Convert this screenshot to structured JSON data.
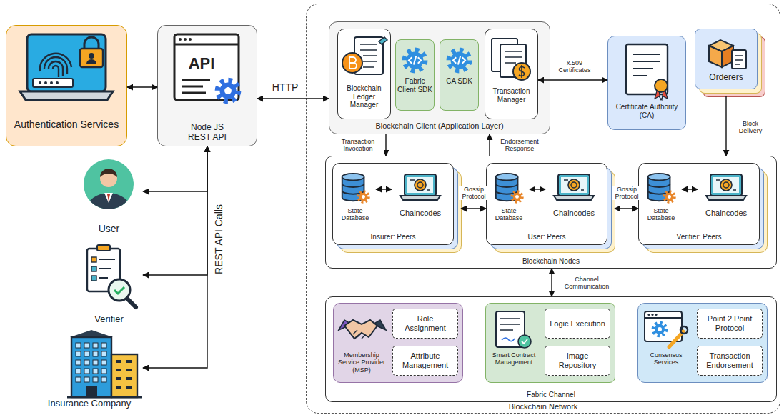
{
  "diagram": {
    "nodes": [
      {
        "text": [
          "Authentication Services"
        ]
      },
      {
        "text": [
          "Node JS REST API"
        ]
      },
      {
        "text": [
          "User"
        ]
      },
      {
        "text": [
          "Verifier"
        ]
      },
      {
        "text": [
          "Insurance Company"
        ]
      },
      {
        "text": [
          "Blockchain Network"
        ]
      },
      {
        "text": [
          "Blockchain Client (Application Layer)"
        ],
        "in": 5
      },
      {
        "text": [
          "Blockchain Ledger Manager"
        ],
        "in": 6
      },
      {
        "text": [
          "Fabric Client SDK"
        ],
        "in": 6
      },
      {
        "text": [
          "CA SDK"
        ],
        "in": 6
      },
      {
        "text": [
          "Transaction Manager"
        ],
        "in": 6
      },
      {
        "text": [
          "Certificate Authority (CA)"
        ],
        "in": 5
      },
      {
        "text": [
          "Orderers"
        ],
        "in": 5
      },
      {
        "text": [
          "Blockchain Nodes"
        ],
        "in": 5
      },
      {
        "text": [
          "Insurer: Peers"
        ],
        "in": 13
      },
      {
        "text": [
          "State Database"
        ],
        "in": 14
      },
      {
        "text": [
          "Chaincodes"
        ],
        "in": 14
      },
      {
        "text": [
          "User: Peers"
        ],
        "in": 13
      },
      {
        "text": [
          "State Database"
        ],
        "in": 17
      },
      {
        "text": [
          "Chaincodes"
        ],
        "in": 17
      },
      {
        "text": [
          "Verifier: Peers"
        ],
        "in": 13
      },
      {
        "text": [
          "State Database"
        ],
        "in": 20
      },
      {
        "text": [
          "Chaincodes"
        ],
        "in": 20
      },
      {
        "text": [
          "Fabric Channel"
        ],
        "in": 5
      },
      {
        "text": [
          "Membership Service Provider (MSP)"
        ],
        "in": 23
      },
      {
        "text": [
          "Role Assignment"
        ],
        "in": 24
      },
      {
        "text": [
          "Attribute Management"
        ],
        "in": 24
      },
      {
        "text": [
          "Smart Contract Management"
        ],
        "in": 23
      },
      {
        "text": [
          "Logic Execution"
        ],
        "in": 27
      },
      {
        "text": [
          "Image Repository"
        ],
        "in": 27
      },
      {
        "text": [
          "Consensus Services"
        ],
        "in": 23
      },
      {
        "text": [
          "Point 2 Point Protocol"
        ],
        "in": 30
      },
      {
        "text": [
          "Transaction Endorsement"
        ],
        "in": 30
      }
    ],
    "edges": [
      {
        "from": 0,
        "to": 1,
        "arrow": "both"
      },
      {
        "from": 1,
        "to": 6,
        "label": "HTTP",
        "arrow": "both"
      },
      {
        "from": 1,
        "to": 2,
        "arrow": "both"
      },
      {
        "from": 1,
        "to": 3,
        "arrow": "both"
      },
      {
        "from": 1,
        "to": 4,
        "arrow": "both"
      },
      {
        "from": 10,
        "to": 11,
        "label": "x.509 Certificates",
        "arrow": "both"
      },
      {
        "from": 6,
        "to": 13,
        "label": "Transaction Invocation",
        "arrow": "to"
      },
      {
        "from": 13,
        "to": 6,
        "label": "Endorsement Response",
        "arrow": "to"
      },
      {
        "from": 12,
        "to": 13,
        "label": "Block Delivery",
        "arrow": "to"
      },
      {
        "from": 15,
        "to": 16,
        "arrow": "both"
      },
      {
        "from": 18,
        "to": 19,
        "arrow": "both"
      },
      {
        "from": 21,
        "to": 22,
        "arrow": "both"
      },
      {
        "from": 14,
        "to": 17,
        "label": "Gossip Protocol",
        "arrow": "both"
      },
      {
        "from": 17,
        "to": 20,
        "label": "Gossip Protocol",
        "arrow": "both"
      },
      {
        "from": 13,
        "to": 23,
        "label": "Channel Communication",
        "arrow": "both"
      }
    ],
    "labels": [
      "API",
      "REST API Calls"
    ]
  }
}
